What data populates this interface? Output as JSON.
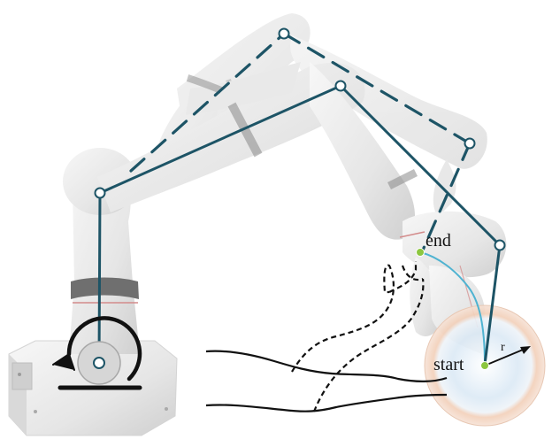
{
  "labels": {
    "end": "end",
    "start": "start",
    "radius": "r"
  },
  "colors": {
    "link_primary": "#1d5466",
    "link_secondary": "#1d5466",
    "robot_body": "#ececec",
    "robot_shadow": "#c9c9c9",
    "band": "#7d7d7d",
    "end_point": "#8cc63f",
    "start_point": "#8cc63f",
    "trajectory": "#4fb3d1",
    "workspace_outer": "#f2cfb8",
    "workspace_inner": "#dbe9f5",
    "rotation_arrow": "#111111"
  },
  "icons": {
    "rotation": "rotation-arrow-icon"
  }
}
